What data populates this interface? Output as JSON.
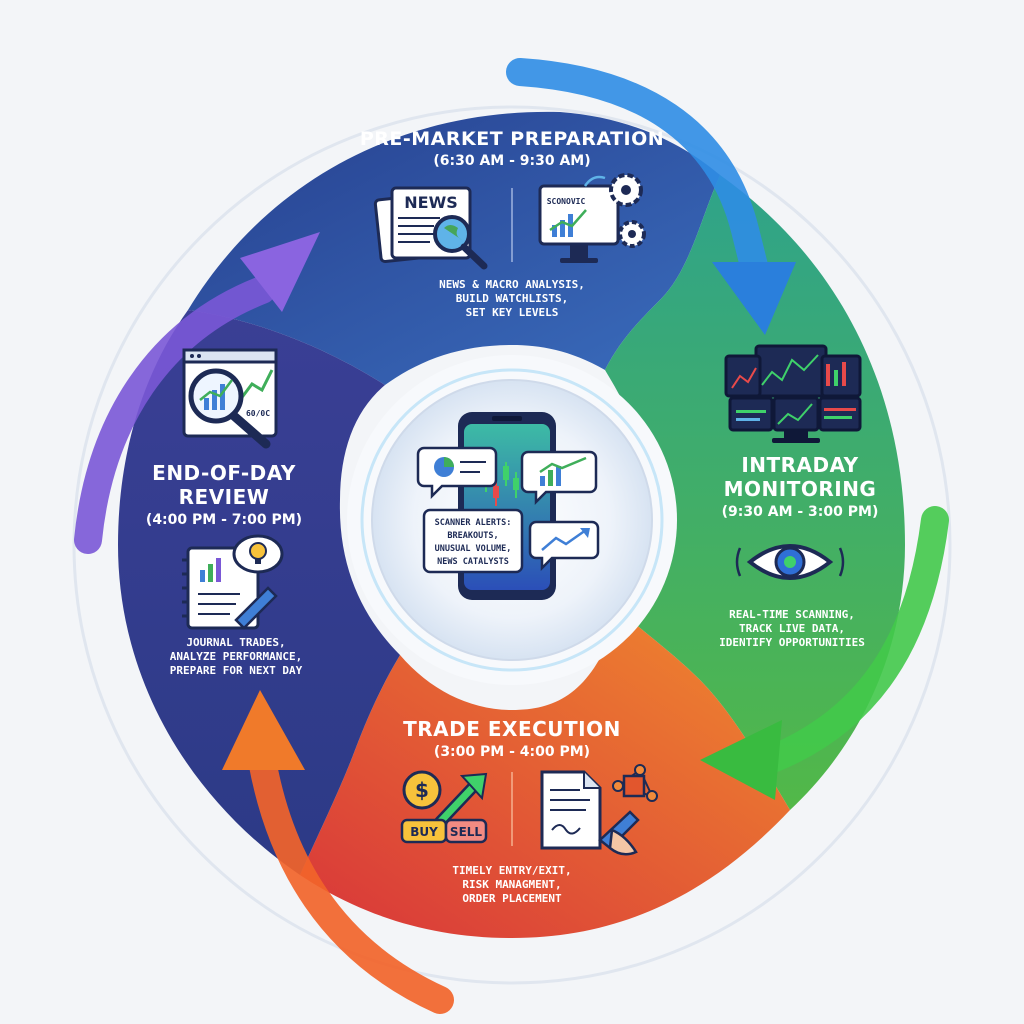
{
  "phases": {
    "premarket": {
      "title": "PRE-MARKET PREPARATION",
      "time": "(6:30 AM - 9:30 AM)",
      "desc": [
        "NEWS & MACRO ANALYSIS,",
        "BUILD WATCHLISTS,",
        "SET KEY LEVELS"
      ],
      "icons": [
        "newspaper-icon",
        "magnifier-globe-icon",
        "monitor-chart-icon",
        "gears-icon"
      ],
      "news_label": "NEWS",
      "monitor_label": "SCONOVIC",
      "color": "#2f4f9e"
    },
    "intraday": {
      "title_lines": [
        "INTRADAY",
        "MONITORING"
      ],
      "time": "(9:30 AM - 3:00 PM)",
      "desc": [
        "REAL-TIME SCANNING,",
        "TRACK LIVE DATA,",
        "IDENTIFY OPPORTUNITIES"
      ],
      "icons": [
        "trading-screens-icon",
        "eye-icon"
      ],
      "color": "#3fae5a"
    },
    "execution": {
      "title": "TRADE EXECUTION",
      "time": "(3:00 PM - 4:00 PM)",
      "desc": [
        "TIMELY ENTRY/EXIT,",
        "RISK MANAGMENT,",
        "ORDER PLACEMENT"
      ],
      "buy_label": "BUY",
      "sell_label": "SELL",
      "icons": [
        "dollar-coin-icon",
        "up-arrow-icon",
        "contract-sign-icon",
        "blockchain-icon"
      ],
      "color": "#e2562d"
    },
    "review": {
      "title_lines": [
        "END-OF-DAY",
        "REVIEW"
      ],
      "time": "(4:00 PM - 7:00 PM)",
      "desc": [
        "JOURNAL TRADES,",
        "ANALYZE PERFORMANCE,",
        "PREPARE FOR NEXT DAY"
      ],
      "icons": [
        "analysis-magnifier-icon",
        "journal-notebook-icon",
        "lightbulb-icon"
      ],
      "chart_label": "60/0C",
      "color": "#3b3f93"
    }
  },
  "center": {
    "alert_lines": [
      "SCANNER ALERTS:",
      "BREAKOUTS,",
      "UNUSUAL VOLUME,",
      "NEWS CATALYSTS"
    ],
    "icons": [
      "smartphone-icon",
      "pie-chat-icon",
      "bar-chat-icon",
      "trend-chat-icon"
    ]
  },
  "arrows": {
    "blue": "#2f8de4",
    "green": "#43c94a",
    "orange": "#f2642a",
    "purple": "#7a58d6"
  }
}
